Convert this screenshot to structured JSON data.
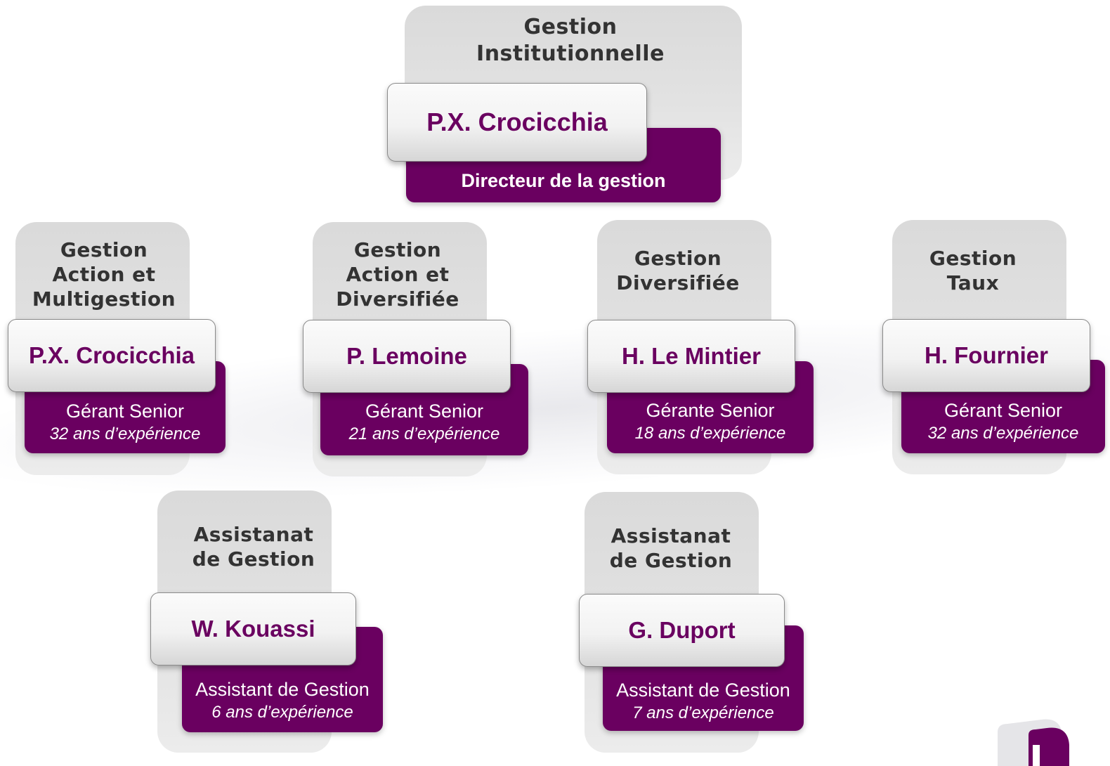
{
  "director": {
    "title": "Gestion Institutionnelle",
    "name": "P.X. Crocicchia",
    "role": "Directeur de la gestion"
  },
  "managers": [
    {
      "title": "Gestion Action et Multigestion",
      "name": "P.X. Crocicchia",
      "role": "Gérant Senior",
      "experience": "32 ans d’expérience"
    },
    {
      "title": "Gestion Action et Diversifiée",
      "name": "P. Lemoine",
      "role": "Gérant Senior",
      "experience": "21 ans d’expérience"
    },
    {
      "title": "Gestion Diversifiée",
      "name": "H. Le Mintier",
      "role": "Gérante Senior",
      "experience": "18 ans d’expérience"
    },
    {
      "title": "Gestion Taux",
      "name": "H. Fournier",
      "role": "Gérant Senior",
      "experience": "32 ans d’expérience"
    }
  ],
  "assistants": [
    {
      "title": "Assistanat de Gestion",
      "name": "W. Kouassi",
      "role": "Assistant de Gestion",
      "experience": "6 ans d’expérience"
    },
    {
      "title": "Assistanat de Gestion",
      "name": "G. Duport",
      "role": "Assistant de Gestion",
      "experience": "7 ans d’expérience"
    }
  ],
  "colors": {
    "accent": "#6a0060",
    "title_text": "#333333",
    "panel_gray": "#dddddd"
  }
}
